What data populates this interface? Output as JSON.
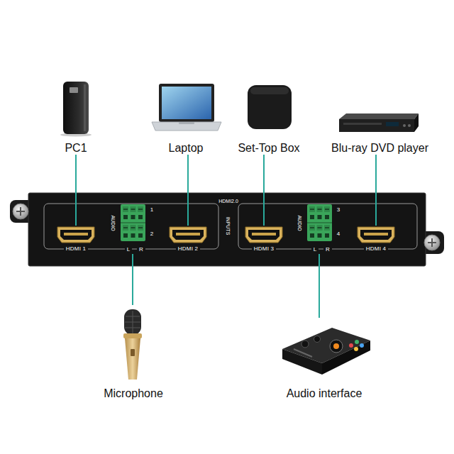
{
  "diagram": {
    "nodes": [
      {
        "text": [
          "PC1"
        ]
      },
      {
        "text": [
          "Laptop"
        ]
      },
      {
        "text": [
          "Set-Top Box"
        ]
      },
      {
        "text": [
          "Blu-ray DVD player"
        ]
      },
      {
        "text": [
          "HDMI2.0",
          "INPUTS"
        ]
      },
      {
        "text": [
          "HDMI 1"
        ],
        "in": 4
      },
      {
        "text": [
          "AUDIO",
          "1",
          "2",
          "L",
          "R"
        ],
        "in": 4
      },
      {
        "text": [
          "HDMI 2"
        ],
        "in": 4
      },
      {
        "text": [
          "HDMI 3"
        ],
        "in": 4
      },
      {
        "text": [
          "AUDIO",
          "3",
          "4",
          "L",
          "R"
        ],
        "in": 4
      },
      {
        "text": [
          "HDMI 4"
        ],
        "in": 4
      },
      {
        "text": [
          "Microphone"
        ]
      },
      {
        "text": [
          "Audio interface"
        ]
      }
    ],
    "edges": [
      {
        "from": 0,
        "to": 5,
        "arrow": "none"
      },
      {
        "from": 1,
        "to": 7,
        "arrow": "none"
      },
      {
        "from": 2,
        "to": 8,
        "arrow": "none"
      },
      {
        "from": 3,
        "to": 10,
        "arrow": "none"
      },
      {
        "from": 11,
        "to": 6,
        "arrow": "none"
      },
      {
        "from": 12,
        "to": 9,
        "arrow": "none"
      }
    ]
  }
}
